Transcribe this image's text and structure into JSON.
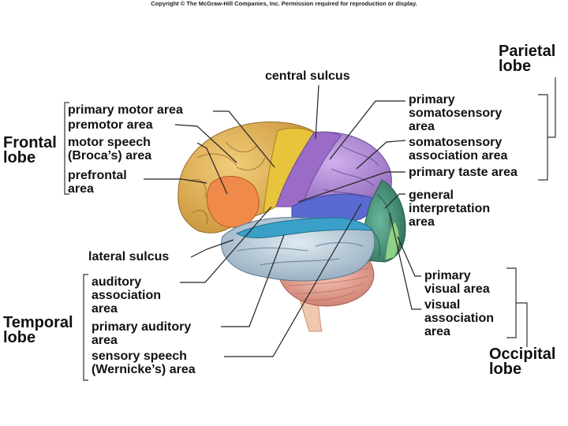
{
  "copyright": "Copyright © The McGraw-Hill Companies, Inc. Permission required for reproduction or display.",
  "lobes": {
    "frontal": "Frontal\nlobe",
    "parietal": "Parietal\nlobe",
    "temporal": "Temporal\nlobe",
    "occipital": "Occipital\nlobe"
  },
  "labels": {
    "central_sulcus": "central sulcus",
    "primary_motor_area": "primary motor area",
    "premotor_area": "premotor area",
    "motor_speech_area": "motor speech\n(Broca’s) area",
    "prefrontal_area": "prefrontal\narea",
    "lateral_sulcus": "lateral sulcus",
    "auditory_association_area": "auditory\nassociation\narea",
    "primary_auditory_area": "primary auditory\narea",
    "sensory_speech_area": "sensory speech\n(Wernicke’s) area",
    "primary_somatosensory_area": "primary\nsomatosensory\narea",
    "somatosensory_association_area": "somatosensory\nassociation area",
    "primary_taste_area": "primary taste area",
    "general_interpretation_area": "general\ninterpretation\narea",
    "primary_visual_area": "primary\nvisual area",
    "visual_association_area": "visual\nassociation\narea"
  },
  "colors": {
    "frontal_lobe": "#e3b65a",
    "primary_motor": "#e8c43c",
    "premotor_broca": "#f08a4a",
    "parietal_lobe": "#b48ad8",
    "primary_somatosensory": "#9a6cc8",
    "temporal_lobe": "#b8d0e0",
    "auditory": "#3aa0c8",
    "wernicke_taste": "#5a6ad0",
    "occipital_lobe": "#3f8a7a",
    "visual": "#8fd08a",
    "cerebellum": "#e8a898",
    "brainstem": "#f0c8b0"
  }
}
